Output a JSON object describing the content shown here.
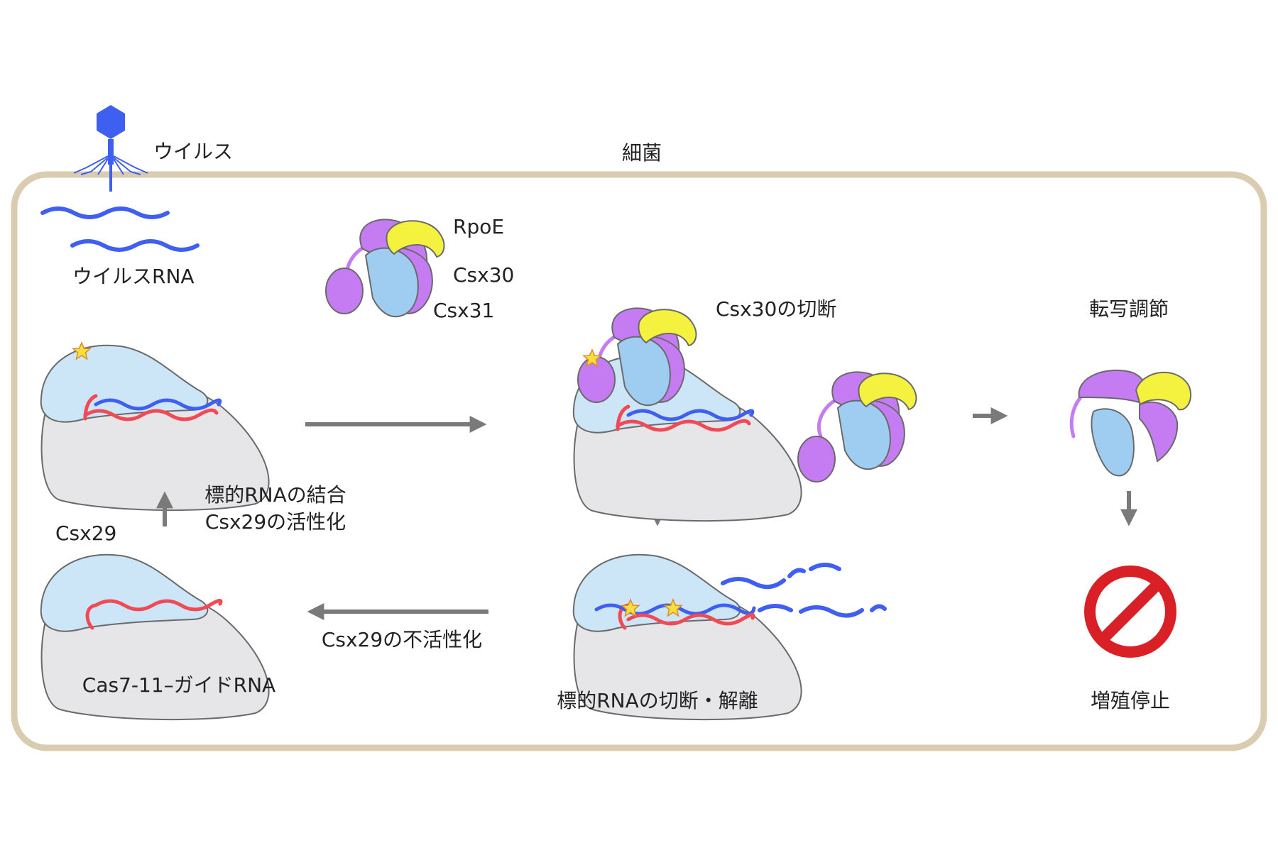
{
  "diagram": {
    "labels": {
      "virus": "ウイルス",
      "bacterium": "細菌",
      "viral_rna": "ウイルスRNA",
      "rpoe": "RpoE",
      "csx30": "Csx30",
      "csx31": "Csx31",
      "csx30_cleavage": "Csx30の切断",
      "transcription_regulation": "転写調節",
      "target_binding_line1": "標的RNAの結合",
      "target_binding_line2": "Csx29の活性化",
      "csx29": "Csx29",
      "csx29_inactivation": "Csx29の不活性化",
      "complex_name": "Cas7-11–ガイドRNA",
      "target_cleavage_release": "標的RNAの切断・解離",
      "growth_arrest": "増殖停止"
    },
    "colors": {
      "cell_membrane": "#d9ccb0",
      "virus": "#3f5ff0",
      "viral_rna": "#3f5ff0",
      "guide_rna": "#f24a55",
      "cas7_body": "#e6e6e8",
      "csx29_body": "#cde6f7",
      "csx30": "#c57cf2",
      "csx31": "#9fcdf2",
      "rpoe": "#f5f23f",
      "star": "#f5e03a",
      "arrow": "#7a7a7a",
      "stop_sign": "#d92027"
    }
  }
}
